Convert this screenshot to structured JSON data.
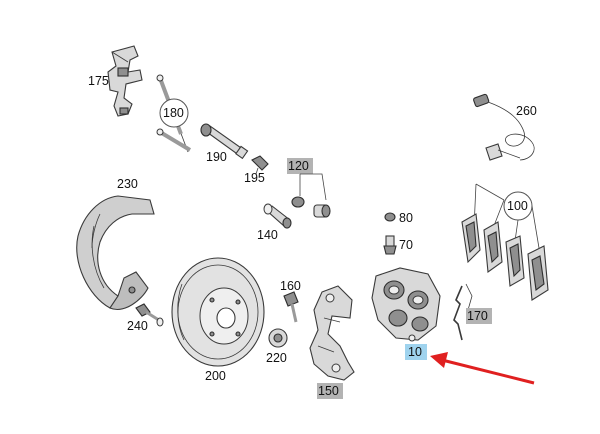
{
  "diagram": {
    "callouts": {
      "p175": "175",
      "p180": "180",
      "p190": "190",
      "p195": "195",
      "p120": "120",
      "p260": "260",
      "p230": "230",
      "p80": "80",
      "p70": "70",
      "p100": "100",
      "p140": "140",
      "p160": "160",
      "p170": "170",
      "p240": "240",
      "p10": "10",
      "p220": "220",
      "p200": "200",
      "p150": "150"
    },
    "colors": {
      "label_highlight": "#9fd3ee",
      "label_shade": "#b3b3b3",
      "arrow": "#e02020"
    }
  }
}
